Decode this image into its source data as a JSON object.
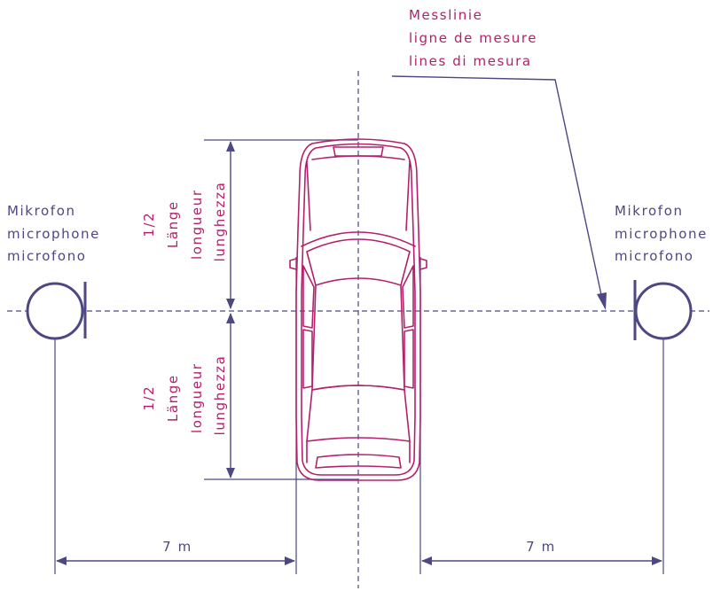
{
  "colors": {
    "line": "#4d4784",
    "text_pink": "#b5206c",
    "car": "#b5206c"
  },
  "measuring_line": {
    "label_lines": [
      "Messlinie",
      "ligne de mesure",
      "lines di mesura"
    ]
  },
  "microphone_left": {
    "label_lines": [
      "Mikrofon",
      "microphone",
      "microfono"
    ]
  },
  "microphone_right": {
    "label_lines": [
      "Mikrofon",
      "microphone",
      "microfono"
    ]
  },
  "half_length_upper": {
    "label_lines": [
      "1/2",
      "Länge",
      "longueur",
      "lunghezza"
    ]
  },
  "half_length_lower": {
    "label_lines": [
      "1/2",
      "Länge",
      "longueur",
      "lunghezza"
    ]
  },
  "distance_left": {
    "label": "7 m"
  },
  "distance_right": {
    "label": "7 m"
  }
}
